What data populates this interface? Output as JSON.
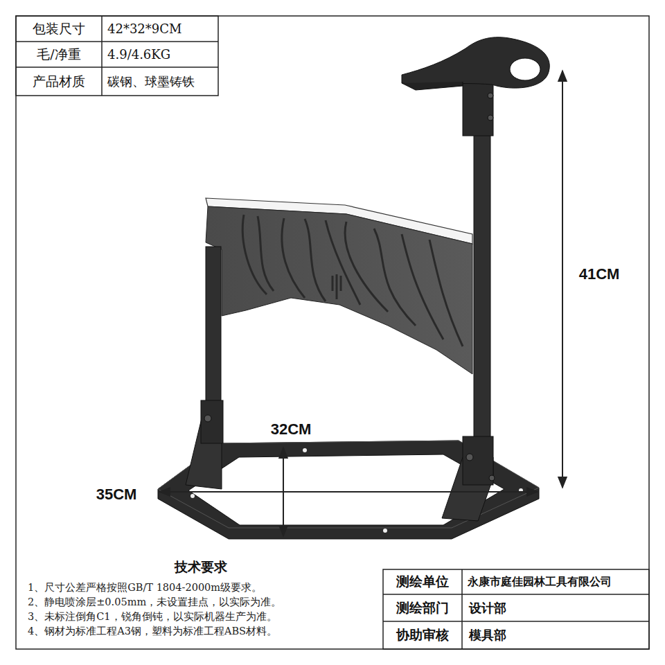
{
  "diagram": {
    "labels": [
      "包装尺寸",
      "42*32*9CM",
      "毛/净重",
      "4.9/4.6KG",
      "产品材质",
      "碳钢、球墨铸铁",
      "41CM",
      "32CM",
      "35CM",
      "技术要求",
      "1、尺寸公差严格按照GB/T 1804-2000m级要求。",
      "2、静电喷涂层±0.05mm，未设置挂点，以实际为准。",
      "3、未标注倒角C1，锐角倒钝，以实际机器生产为准。",
      "4、钢材为标准工程A3钢，塑料为标准工程ABS材料。",
      "测绘单位",
      "永康市庭佳园林工具有限公司",
      "测绘部门",
      "设计部",
      "协助审核",
      "模具部"
    ]
  }
}
